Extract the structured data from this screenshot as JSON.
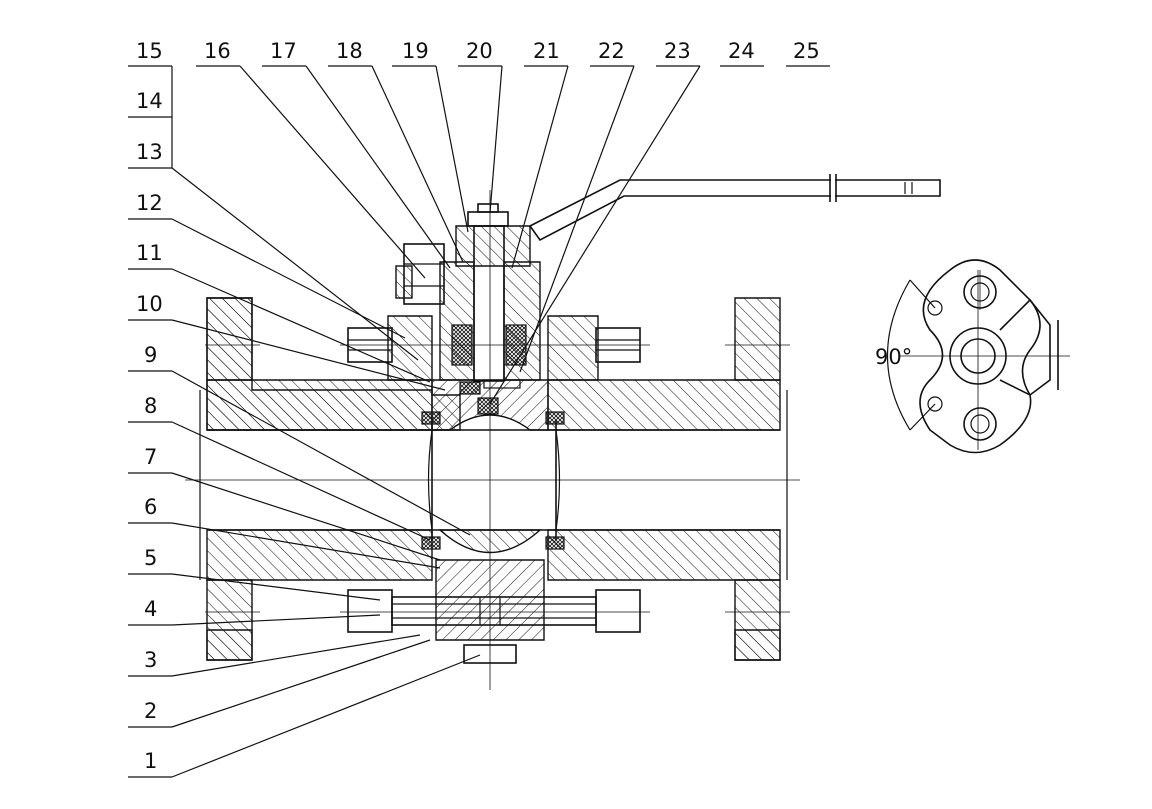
{
  "labels_top": [
    "15",
    "16",
    "17",
    "18",
    "19",
    "20",
    "21",
    "22",
    "23",
    "24",
    "25"
  ],
  "labels_left": [
    "14",
    "13",
    "12",
    "11",
    "10",
    "9",
    "8",
    "7",
    "6",
    "5",
    "4",
    "3",
    "2",
    "1"
  ],
  "angle_label": "90°"
}
